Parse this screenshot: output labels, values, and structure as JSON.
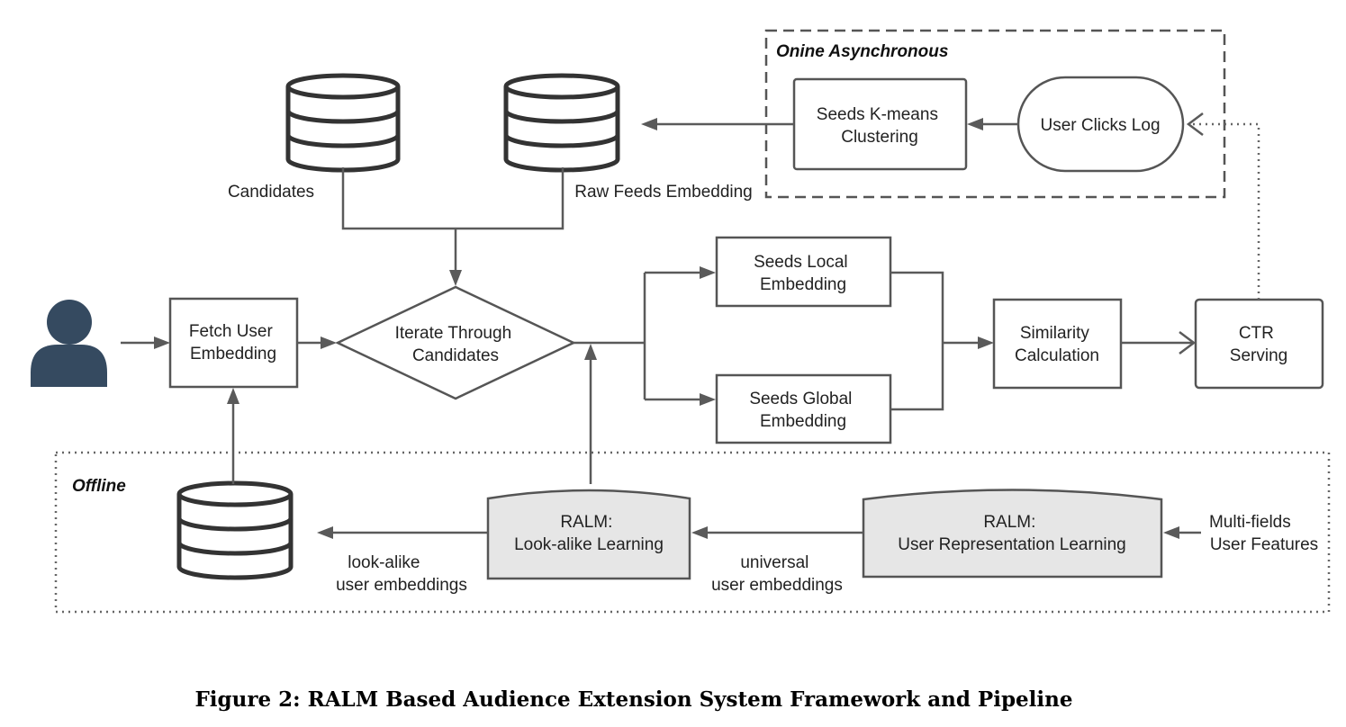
{
  "groups": {
    "online": "Onine Asynchronous",
    "offline": "Offline"
  },
  "nodes": {
    "candidates": "Candidates",
    "raw_feeds": "Raw Feeds Embedding",
    "kmeans": [
      "Seeds K-means",
      "Clustering"
    ],
    "clicks_log": "User Clicks Log",
    "fetch_user": [
      "Fetch User",
      "Embedding"
    ],
    "iterate": [
      "Iterate Through",
      "Candidates"
    ],
    "seeds_local": [
      "Seeds Local",
      "Embedding"
    ],
    "seeds_global": [
      "Seeds Global",
      "Embedding"
    ],
    "similarity": [
      "Similarity",
      "Calculation"
    ],
    "ctr": [
      "CTR",
      "Serving"
    ],
    "ralm_lookalike": [
      "RALM:",
      "Look-alike Learning"
    ],
    "ralm_user": [
      "RALM:",
      "User Representation Learning"
    ]
  },
  "edge_labels": {
    "lookalike_emb": [
      "look-alike",
      "user embeddings"
    ],
    "universal_emb": [
      "universal",
      "user embeddings"
    ],
    "multi_fields": [
      "Multi-fields",
      "User Features"
    ]
  },
  "caption": "Figure 2: RALM Based Audience Extension System Framework and Pipeline",
  "colors": {
    "user_icon": "#354a60",
    "gray_box": "#e6e6e6",
    "line": "#5a5a5a"
  }
}
